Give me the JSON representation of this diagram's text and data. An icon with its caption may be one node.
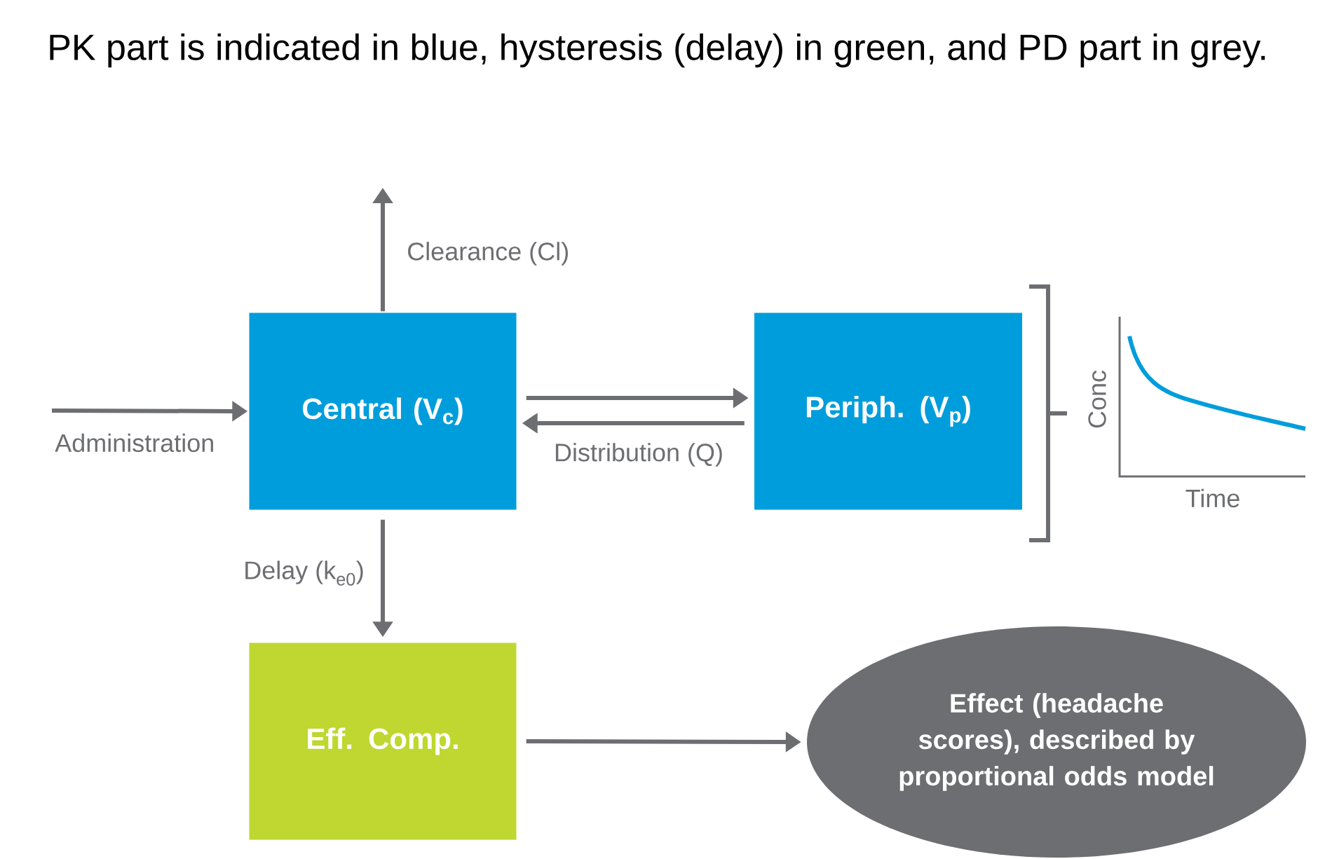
{
  "diagram": {
    "title": "PK part is indicated in blue, hysteresis (delay) in green, and PD part in grey.",
    "nodes": [
      {
        "text": [
          "Central (V$_{c}$)"
        ]
      },
      {
        "text": [
          "Periph. (V$_{p}$)"
        ]
      },
      {
        "text": [
          "Eff. Comp."
        ]
      },
      {
        "text": [
          "Effect (headache scores), described by proportional odds model"
        ]
      }
    ],
    "edges": [
      {
        "from": null,
        "to": 0,
        "arrow": "to",
        "label": "Administration"
      },
      {
        "from": 0,
        "to": null,
        "arrow": "to",
        "label": "Clearance (Cl)"
      },
      {
        "from": 0,
        "to": 1,
        "arrow": "to"
      },
      {
        "from": 1,
        "to": 0,
        "arrow": "to",
        "label": "Distribution (Q)"
      },
      {
        "from": 0,
        "to": 2,
        "arrow": "to",
        "label": "Delay (k$_{e0}$)"
      },
      {
        "from": 2,
        "to": 3,
        "arrow": "to"
      }
    ],
    "labels": [
      "Conc",
      "Time"
    ]
  }
}
